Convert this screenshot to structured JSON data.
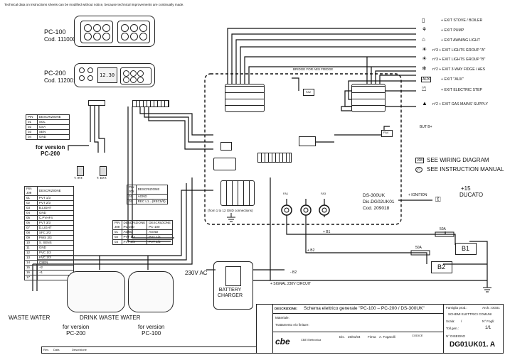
{
  "notice": "Technical data on instructions sheets can be modified without notice, because technical improvements are continually made.",
  "pc100": {
    "name": "PC-100",
    "code": "Cod. 111000"
  },
  "pc200": {
    "name": "PC-200",
    "code": "Cod. 112001",
    "display": "12.30"
  },
  "pc200_table": {
    "header_pin": "PIN",
    "header_desc": "DESCRIZIONE",
    "pins": [
      "01",
      "02",
      "03",
      "04"
    ],
    "descs": [
      "SOL",
      "USA",
      "SEN",
      "GND"
    ]
  },
  "version_pc200_label": "for version\nPC-200",
  "temp_sensors": {
    "t_int": "T. INT.",
    "t_ext": "T. EXT."
  },
  "connector_table_j09": {
    "header_pin": "PIN\nJ09",
    "header_desc": "DESCRIZIONE",
    "pins": [
      "01",
      "02",
      "03",
      "04",
      "05",
      "06",
      "07",
      "08",
      "09",
      "10",
      "11",
      "12",
      "13",
      "14",
      "15",
      "16",
      "17"
    ],
    "descs": [
      "PVT 1/3",
      "PVT 2/3",
      "B.LIGHT",
      "GND",
      "C.PVHF4",
      "PVT 3/3",
      "D.LIGHT",
      "SFC 2/3",
      "PWS 3/3",
      "S. SENS",
      "GND",
      "PVC 1/3",
      "PVC 2/3",
      "CSEN",
      "+2",
      "+1",
      ""
    ]
  },
  "pin_j06_table": {
    "header_pin": "PIN\nJ06",
    "header_desc": "DESCRIZIONE",
    "pins": [
      "01",
      "02"
    ],
    "descs": [
      "AGND",
      "REC L1→(REC5/5)"
    ]
  },
  "pin_j09_compare": {
    "col1": "PIN\nJ09",
    "col2": "DESCRIZIONE\nPC-200",
    "col3": "DESCRIZIONE\nPC-100",
    "rows": [
      [
        "01",
        "AGND",
        "AGND"
      ],
      [
        "02",
        "PVT 1/3",
        "PVT 1/3"
      ],
      [
        "03",
        "PVT 2/3",
        "PVT 2/3"
      ]
    ]
  },
  "bridge_label": "BRIDGE FOR AES FRIDGE",
  "gnd_connections": "(from 1 to 12 GND connections)",
  "unit": {
    "name": "DS-300UK",
    "dis": "Dis.DG02UK01",
    "code": "Cod. 209018"
  },
  "outputs": [
    {
      "text": "+ EXIT STOVE / BOILER"
    },
    {
      "text": "+ EXIT PUMP"
    },
    {
      "text": "+ EXIT AWNING LIGHT"
    },
    {
      "text": "n°3 + EXIT LIGHTS GROUP \"A\""
    },
    {
      "text": "n°3 + EXIT LIGHTS GROUP \"B\""
    },
    {
      "text": "n°2 + EXIT 3-WAY FIDGE / AES"
    },
    {
      "text": "+ EXIT \"AUX\""
    },
    {
      "text": "+ EXIT ELECTRIC STEP"
    },
    {
      "text": "n°2 + EXIT GAS MAINS' SUPPLY"
    }
  ],
  "but_label": "BUT B+",
  "legend": {
    "wiring": "SEE WIRING DIAGRAM",
    "wiring_key": "J08",
    "manual": "SEE INSTRUCTION MANUAL",
    "manual_key": "27"
  },
  "ignition": "+ IGNITION",
  "ducato": {
    "plus": "+15",
    "name": "DUCATO"
  },
  "fuses": {
    "fa1": "FA1",
    "fa2": "FA2",
    "fa3": "FA3",
    "fa4": "FA4",
    "f50a_1": "50A",
    "f50a_2": "50A"
  },
  "batteries": {
    "b1": "B1",
    "b2": "B2",
    "plus_b1": "+ B1",
    "plus_b2": "+ B2",
    "minus_b2": "- B2"
  },
  "charger": {
    "ac": "230V AC",
    "name": "BATTERY\nCHARGER",
    "signal": "+ SIGNAL 230V CIRCUIT"
  },
  "tanks": {
    "waste": "WASTE WATER",
    "drink": "DRINK WASTE WATER",
    "for_pc200": "for version\nPC-200",
    "for_pc100": "for version\nPC-100"
  },
  "title_block": {
    "desc_label": "DESCRIZIONE:",
    "title": "Schema elettrico generale \"PC-100 – PC-200 / DS-300UK\"",
    "material": "Materiale:",
    "treatment": "Trattamento e/o finiture:",
    "family_label": "Famiglia prod.:",
    "family": "SCHEMI ELETTRICI COMUNI",
    "arch": "Arch.: DG01",
    "scale_label": "Scala:",
    "scale": "/",
    "sheet_label": "N° Fogli:",
    "sheet": "1/1",
    "toll": "Toll.gen.:",
    "code_label": "N° DISEGNO",
    "code": "DG01UK01. A",
    "company": "CBE Elettronica",
    "dis_label": "Dis.",
    "date": "26/01/04",
    "firm_label": "Firma",
    "firm": "A. Fogarolli",
    "rev_label": "Rev.",
    "data_label": "Data",
    "desc_col": "Descrizione",
    "codice": "CODICE"
  }
}
